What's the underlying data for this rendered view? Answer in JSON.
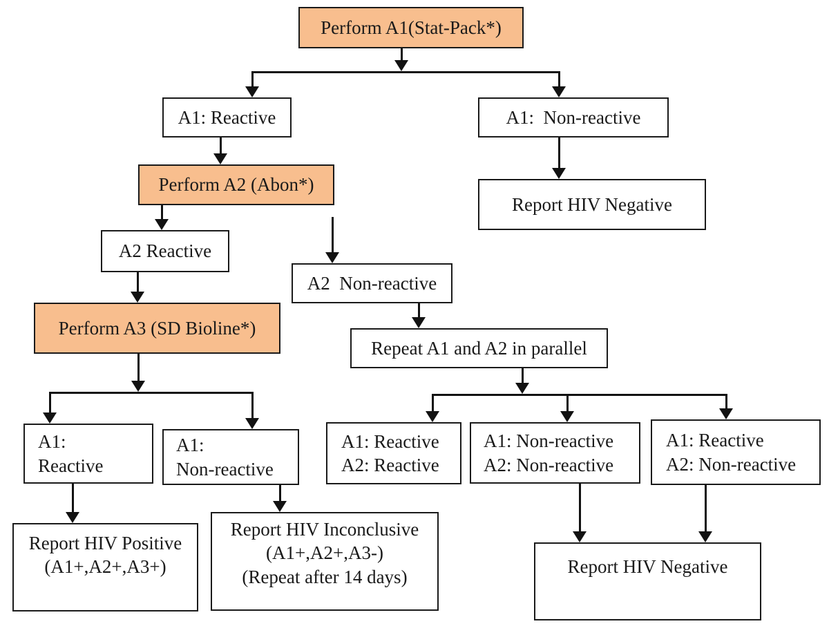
{
  "colors": {
    "process_fill": "#f8be8e",
    "box_border": "#1a1a1a",
    "line": "#121212",
    "background": "#ffffff"
  },
  "nodes": {
    "perform_a1": {
      "label": "Perform A1(Stat-Pack*)"
    },
    "a1_reactive": {
      "label": "A1: Reactive"
    },
    "a1_non_reactive": {
      "label": "A1:  Non-reactive"
    },
    "report_negative_top": {
      "label": "Report HIV Negative"
    },
    "perform_a2": {
      "label": "Perform A2 (Abon*)"
    },
    "a2_reactive": {
      "label": "A2 Reactive"
    },
    "a2_non_reactive": {
      "label": "A2  Non-reactive"
    },
    "perform_a3": {
      "label": "Perform A3 (SD Bioline*)"
    },
    "repeat_parallel": {
      "label": "Repeat A1 and A2 in parallel"
    },
    "a3_reactive": {
      "label": "A1:\nReactive"
    },
    "a3_non_reactive": {
      "label": "A1:\nNon-reactive"
    },
    "report_positive": {
      "label": "Report HIV Positive\n(A1+,A2+,A3+)"
    },
    "report_inconclusive": {
      "label": "Report HIV Inconclusive\n(A1+,A2+,A3-)\n(Repeat after 14 days)"
    },
    "repeat_rr": {
      "label": "A1: Reactive\nA2: Reactive"
    },
    "repeat_nn": {
      "label": "A1: Non-reactive\nA2: Non-reactive"
    },
    "repeat_rn": {
      "label": "A1: Reactive\nA2: Non-reactive"
    },
    "report_negative_bottom": {
      "label": "Report HIV Negative"
    }
  }
}
